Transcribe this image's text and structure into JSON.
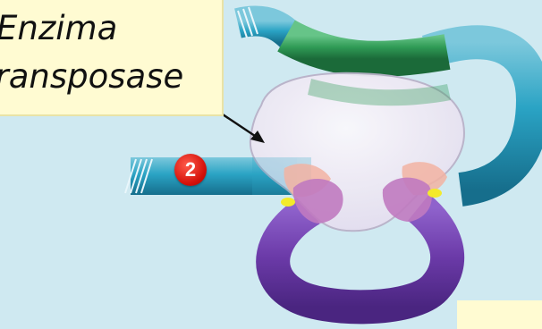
{
  "label": {
    "line1": "Enzima",
    "line2": "transposase"
  },
  "step_badge": "2",
  "colors": {
    "background": "#cfe9f1",
    "label_background": "#fffbd2",
    "dna_green": "#2f9a55",
    "dna_teal": "#1f98b8",
    "dna_purple": "#6b3aa8",
    "enzyme": "#ece8f4",
    "enzyme_lobe_pink": "#f2b3a2",
    "enzyme_lobe_mauve": "#c07ac0",
    "junction_yellow": "#f3ea2c",
    "badge_red": "#d4110a"
  }
}
